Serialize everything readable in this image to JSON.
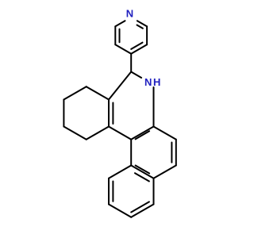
{
  "molecule": {
    "atom_labels": {
      "pyridine_nitrogen": "N",
      "amine_nitrogen": "N",
      "amine_hydrogen": "H"
    },
    "colors": {
      "bond": "#000000",
      "heteroatom": "#1f1fbf",
      "background": "#ffffff"
    }
  }
}
